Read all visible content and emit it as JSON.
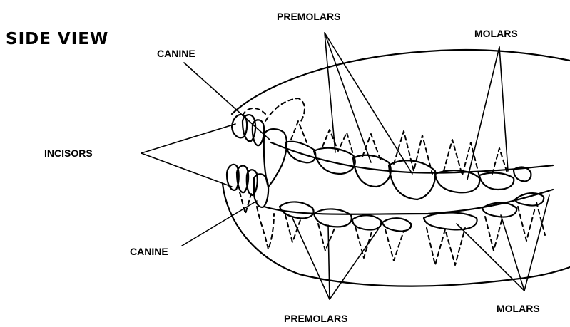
{
  "title": "SIDE VIEW",
  "labels": {
    "premolars_top": "PREMOLARS",
    "molars_top": "MOLARS",
    "canine_top": "CANINE",
    "incisors": "INCISORS",
    "canine_bottom": "CANINE",
    "premolars_bottom": "PREMOLARS",
    "molars_bottom": "MOLARS"
  },
  "colors": {
    "ink": "#000000",
    "paper": "#ffffff"
  }
}
